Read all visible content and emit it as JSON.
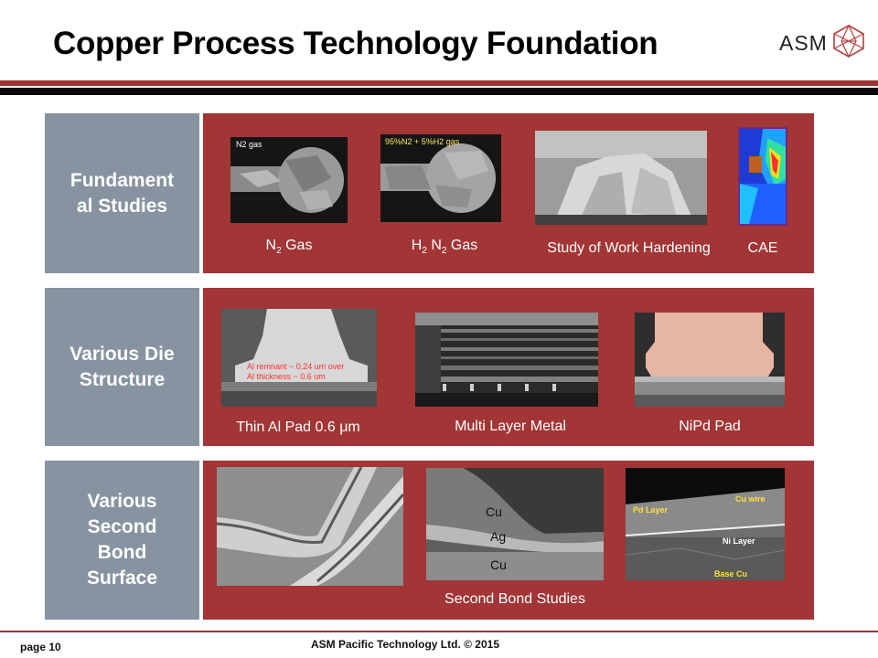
{
  "header": {
    "title": "Copper Process Technology Foundation",
    "logo_text": "ASM"
  },
  "rows": [
    {
      "label_lines": [
        "Fundament",
        "al Studies"
      ],
      "items": [
        {
          "overlay": "N2 gas",
          "caption_parts": [
            "N",
            "2",
            " Gas"
          ]
        },
        {
          "overlay": "95%N2 + 5%H2 gas",
          "caption_parts": [
            "H",
            "2",
            " N",
            "2",
            " Gas"
          ]
        },
        {
          "caption": "Study of Work Hardening"
        },
        {
          "caption": "CAE"
        }
      ]
    },
    {
      "label_lines": [
        "Various Die",
        "Structure"
      ],
      "items": [
        {
          "overlay_lines": [
            "Al remnant ~ 0.24 um  over",
            "Al  thickness ~ 0.6 um"
          ],
          "caption": "Thin Al Pad 0.6 μm"
        },
        {
          "caption": "Multi Layer Metal"
        },
        {
          "caption": "NiPd Pad"
        }
      ]
    },
    {
      "label_lines": [
        "Various",
        "Second",
        "Bond",
        "Surface"
      ],
      "items": [
        {},
        {
          "layers": [
            "Cu",
            "Ag",
            "Cu"
          ]
        },
        {
          "labels": [
            "Pd Layer",
            "Cu wire",
            "Ni Layer",
            "Base Cu"
          ]
        }
      ],
      "caption": "Second Bond Studies"
    }
  ],
  "footer": {
    "page": "page 10",
    "copyright": "ASM Pacific Technology Ltd. © 2015"
  },
  "colors": {
    "accent_red": "#a23535",
    "label_gray": "#8793a0",
    "header_rule_black": "#0a0a0a"
  }
}
